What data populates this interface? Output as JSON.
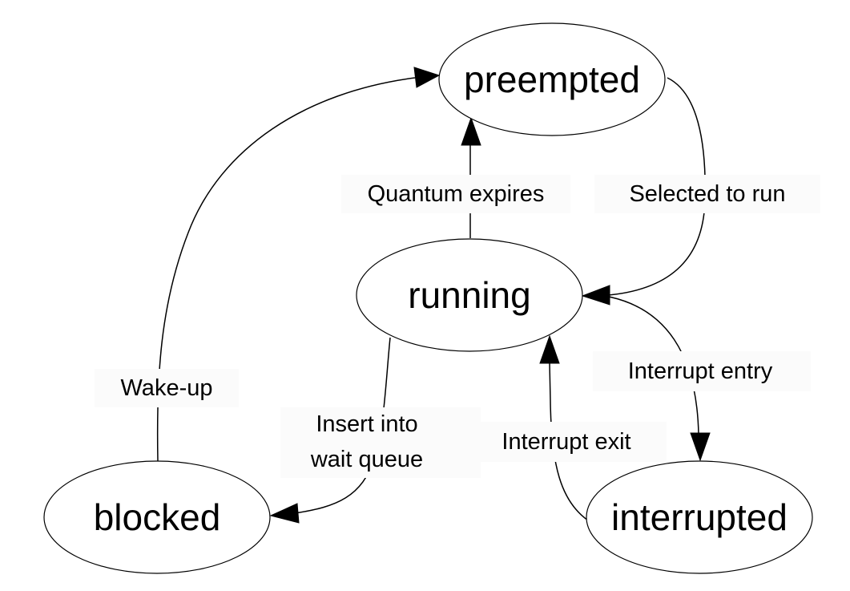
{
  "states": {
    "preempted": "preempted",
    "running": "running",
    "blocked": "blocked",
    "interrupted": "interrupted"
  },
  "transitions": {
    "quantum_expires": "Quantum expires",
    "selected_to_run": "Selected to run",
    "wake_up": "Wake-up",
    "insert_wait_queue_line1": "Insert into",
    "insert_wait_queue_line2": "wait queue",
    "interrupt_entry": "Interrupt entry",
    "interrupt_exit": "Interrupt exit"
  },
  "colors": {
    "stroke": "#000000",
    "node_fill": "#ffffff",
    "label_background": "#fbfbfb"
  }
}
